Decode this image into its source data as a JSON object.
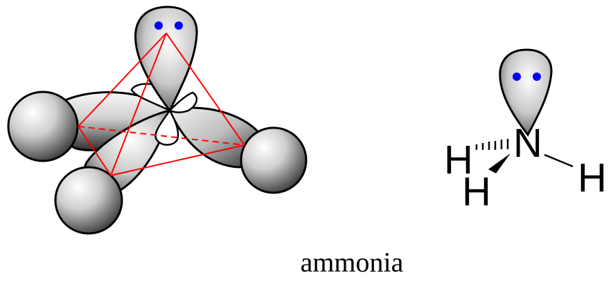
{
  "caption": "ammonia",
  "structure": {
    "central_atom": "N",
    "substituents": [
      "H",
      "H",
      "H"
    ]
  },
  "colors": {
    "lone_pair_dots": "#0000ff",
    "tetrahedron_edges": "#ff0000",
    "outline": "#000000"
  },
  "icons": {
    "orbital_model": "sp3-orbital-model-icon",
    "lone_pair": "lone-pair-icon"
  }
}
